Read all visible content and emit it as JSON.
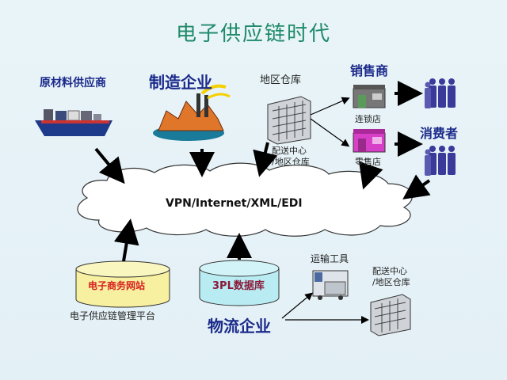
{
  "title": "电子供应链时代",
  "nodes": {
    "raw_supplier": "原材料供应商",
    "manufacturer": "制造企业",
    "regional_warehouse_top": "地区仓库",
    "distributor": "销售商",
    "chain_store": "连锁店",
    "retail_store": "零售店",
    "consumer": "消费者",
    "dist_center_mid": "配送中心\n/地区仓库",
    "network": "VPN/Internet/XML/EDI",
    "ecommerce_site": "电子商务网站",
    "tpl_db": "3PL数据库",
    "scm_platform": "电子供应链管理平台",
    "logistics": "物流企业",
    "transport": "运输工具",
    "dist_center_bottom": "配送中心\n/地区仓库"
  },
  "icons": [
    "cargo-ship-icon",
    "factory-icon",
    "warehouse-icon",
    "store-icon",
    "people-icon",
    "truck-icon",
    "database-icon",
    "cloud-icon"
  ],
  "colors": {
    "title": "#1f8a6a",
    "label_blue": "#1b2a8a",
    "db_yellow": "#f7f0a0",
    "db_cyan": "#b8ecf2",
    "ecommerce_text": "#d81e1e",
    "tpl_text": "#8a1a3a"
  }
}
